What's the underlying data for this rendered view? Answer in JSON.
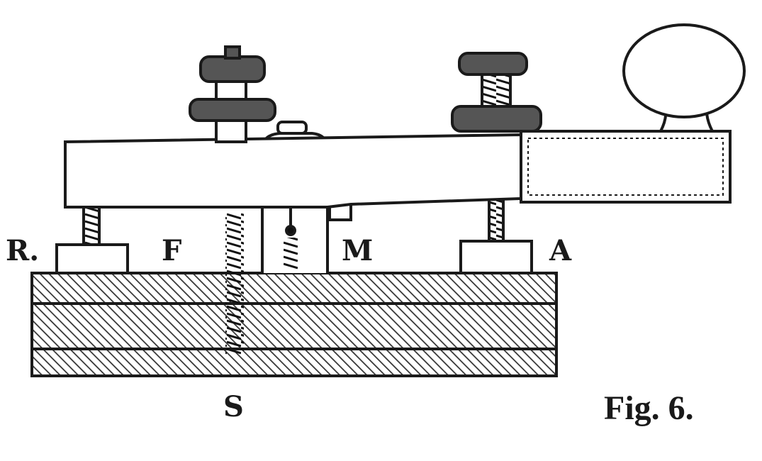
{
  "figure": {
    "caption": "Fig. 6.",
    "labels": {
      "r": "R.",
      "f": "F",
      "m": "M",
      "a": "A",
      "s": "S"
    }
  },
  "colors": {
    "ink": "#1a1a1a",
    "paper": "#ffffff"
  }
}
